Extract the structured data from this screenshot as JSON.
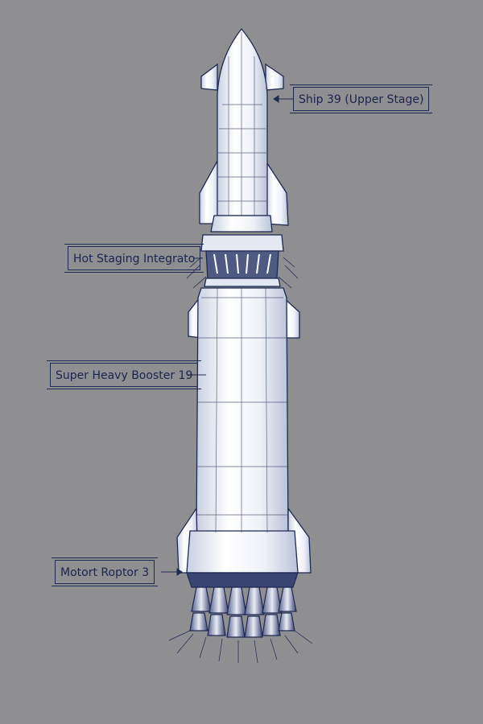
{
  "diagram": {
    "labels": {
      "ship": "Ship 39 (Upper Stage)",
      "hot_staging": "Hot Staging Integrato",
      "booster": "Super Heavy Booster 19",
      "motor": "Motort Roptor 3"
    }
  },
  "colors": {
    "background": "#8f8e90",
    "ink": "#1f2a52",
    "body": "#f4f6fb"
  }
}
